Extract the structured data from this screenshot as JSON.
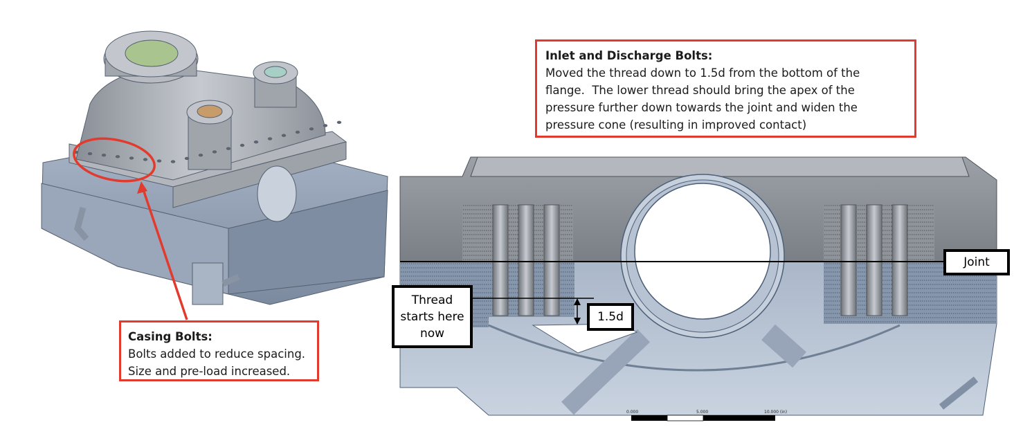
{
  "callouts": {
    "inlet": {
      "title": "Inlet and Discharge Bolts:",
      "lines": [
        "Moved the thread down to 1.5d from the bottom of the",
        "flange.  The lower thread should bring the apex of the",
        "pressure further down towards the joint and widen the",
        "pressure cone (resulting in improved contact)"
      ]
    },
    "casing": {
      "title": "Casing Bolts:",
      "lines": [
        "Bolts added to reduce spacing.",
        "Size and pre-load increased."
      ]
    }
  },
  "labels": {
    "joint": "Joint",
    "thread": "Thread starts here now",
    "dimension": "1.5d"
  },
  "scale_bar": {
    "ticks": [
      "0.000",
      "5.000",
      "10.000 (in)"
    ]
  },
  "colors": {
    "callout_border": "#e23b2e",
    "casing_steel": "#b9c4d3",
    "casing_dark": "#8a96a8",
    "inlet_flange_face": "#a9c48f",
    "discharge_flange_face": "#a8cfc6",
    "nozzle_face": "#c89b6a"
  }
}
